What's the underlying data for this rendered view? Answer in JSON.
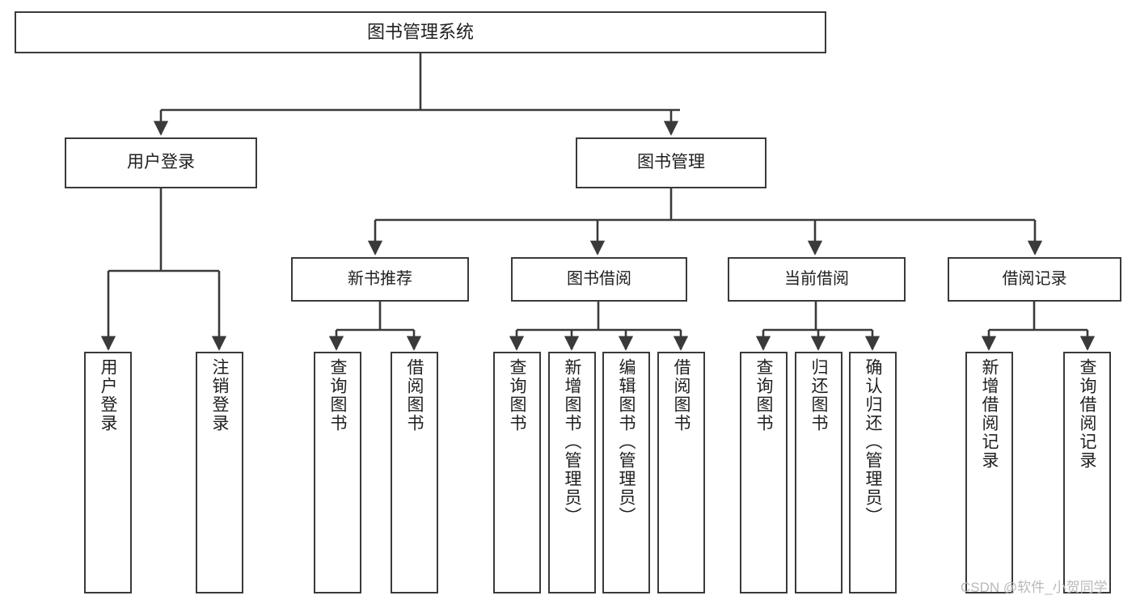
{
  "diagram": {
    "title": "图书管理系统",
    "watermark": "CSDN @软件_小贺同学",
    "line_color": "#3a3a3a",
    "box_border_color": "#3a3a3a",
    "box_fill_color": "#ffffff",
    "text_color": "#1f1f1f",
    "watermark_color": "#b9b9b9"
  },
  "nodes": {
    "root": {
      "label": "图书管理系统"
    },
    "level1": [
      {
        "label": "用户登录"
      },
      {
        "label": "图书管理"
      }
    ],
    "level2": [
      {
        "label": "新书推荐"
      },
      {
        "label": "图书借阅"
      },
      {
        "label": "当前借阅"
      },
      {
        "label": "借阅记录"
      }
    ],
    "leaves": {
      "user_login": [
        {
          "label": "用户登录"
        },
        {
          "label": "注销登录"
        }
      ],
      "new_book_recommend": [
        {
          "label": "查询图书"
        },
        {
          "label": "借阅图书"
        }
      ],
      "book_borrow": [
        {
          "label": "查询图书"
        },
        {
          "label": "新增图书（管理员）"
        },
        {
          "label": "编辑图书（管理员）"
        },
        {
          "label": "借阅图书"
        }
      ],
      "current_borrow": [
        {
          "label": "查询图书"
        },
        {
          "label": "归还图书"
        },
        {
          "label": "确认归还（管理员）"
        }
      ],
      "borrow_record": [
        {
          "label": "新增借阅记录"
        },
        {
          "label": "查询借阅记录"
        }
      ]
    }
  },
  "chart_data": {
    "type": "diagram",
    "layout": "top-down tree",
    "title": "图书管理系统",
    "tree": {
      "name": "图书管理系统",
      "children": [
        {
          "name": "用户登录",
          "children": [
            {
              "name": "用户登录"
            },
            {
              "name": "注销登录"
            }
          ]
        },
        {
          "name": "图书管理",
          "children": [
            {
              "name": "新书推荐",
              "children": [
                {
                  "name": "查询图书"
                },
                {
                  "name": "借阅图书"
                }
              ]
            },
            {
              "name": "图书借阅",
              "children": [
                {
                  "name": "查询图书"
                },
                {
                  "name": "新增图书（管理员）"
                },
                {
                  "name": "编辑图书（管理员）"
                },
                {
                  "name": "借阅图书"
                }
              ]
            },
            {
              "name": "当前借阅",
              "children": [
                {
                  "name": "查询图书"
                },
                {
                  "name": "归还图书"
                },
                {
                  "name": "确认归还（管理员）"
                }
              ]
            },
            {
              "name": "借阅记录",
              "children": [
                {
                  "name": "新增借阅记录"
                },
                {
                  "name": "查询借阅记录"
                }
              ]
            }
          ]
        }
      ]
    }
  }
}
